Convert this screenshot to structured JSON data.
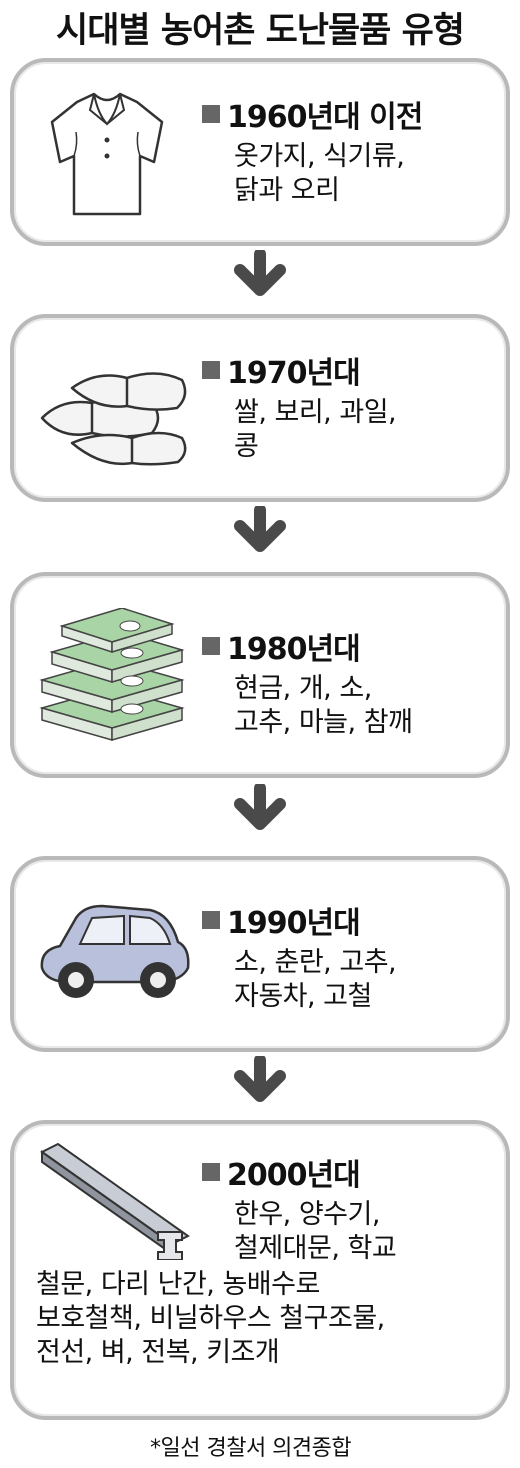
{
  "title": "시대별 농어촌 도난물품 유형",
  "periods": [
    {
      "era": "1960년대 이전",
      "icon": "shirt-icon",
      "lines": [
        "옷가지, 식기류,",
        "닭과 오리"
      ]
    },
    {
      "era": "1970년대",
      "icon": "grain-sacks-icon",
      "lines": [
        "쌀, 보리, 과일,",
        "콩"
      ]
    },
    {
      "era": "1980년대",
      "icon": "cash-stack-icon",
      "lines": [
        "현금, 개, 소,",
        "고추, 마늘, 참깨"
      ]
    },
    {
      "era": "1990년대",
      "icon": "car-icon",
      "lines": [
        "소, 춘란, 고추,",
        "자동차, 고철"
      ]
    },
    {
      "era": "2000년대",
      "icon": "steel-beam-icon",
      "lines": [
        "한우, 양수기,",
        "철제대문, 학교"
      ],
      "wide_lines": [
        "철문, 다리 난간, 농배수로",
        "보호철책, 비닐하우스 철구조물,",
        "전선, 벼, 전복, 키조개"
      ]
    }
  ],
  "source": "*일선 경찰서 의견종합",
  "colors": {
    "border": "#b9b9b9",
    "arrow": "#4a4a4a",
    "bullet": "#666666",
    "money": "#a9d4a6"
  }
}
